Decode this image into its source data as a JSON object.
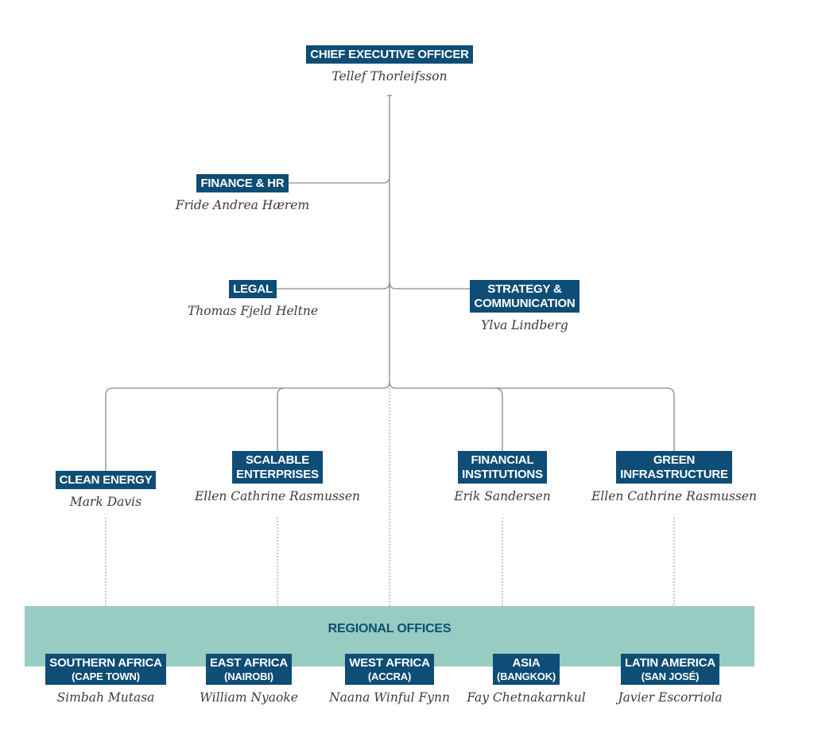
{
  "colors": {
    "box": "#0e4d75",
    "band": "#97ccc3",
    "line": "#8a8a8a",
    "person": "#3b3b3b"
  },
  "ceo": {
    "title": "CHIEF EXECUTIVE OFFICER",
    "person": "Tellef Thorleifsson"
  },
  "staff": {
    "finance": {
      "title": "FINANCE & HR",
      "person": "Fride Andrea Hærem"
    },
    "legal": {
      "title": "LEGAL",
      "person": "Thomas Fjeld Heltne"
    },
    "strategy": {
      "title_line1": "STRATEGY &",
      "title_line2": "COMMUNICATION",
      "person": "Ylva Lindberg"
    }
  },
  "departments": [
    {
      "title_line1": "CLEAN ENERGY",
      "person": "Mark Davis"
    },
    {
      "title_line1": "SCALABLE",
      "title_line2": "ENTERPRISES",
      "person": "Ellen Cathrine Rasmussen"
    },
    {
      "title_line1": "FINANCIAL",
      "title_line2": "INSTITUTIONS",
      "person": "Erik Sandersen"
    },
    {
      "title_line1": "GREEN",
      "title_line2": "INFRASTRUCTURE",
      "person": "Ellen Cathrine Rasmussen"
    }
  ],
  "regional": {
    "title": "REGIONAL OFFICES",
    "offices": [
      {
        "title": "SOUTHERN AFRICA",
        "city": "(CAPE TOWN)",
        "person": "Simbah Mutasa"
      },
      {
        "title": "EAST AFRICA",
        "city": "(NAIROBI)",
        "person": "William Nyaoke"
      },
      {
        "title": "WEST AFRICA",
        "city": "(ACCRA)",
        "person": "Naana Winful Fynn"
      },
      {
        "title": "ASIA",
        "city": "(BANGKOK)",
        "person": "Fay Chetnakarnkul"
      },
      {
        "title": "LATIN AMERICA",
        "city": "(SAN JOSÉ)",
        "person": "Javier Escorriola"
      }
    ]
  }
}
